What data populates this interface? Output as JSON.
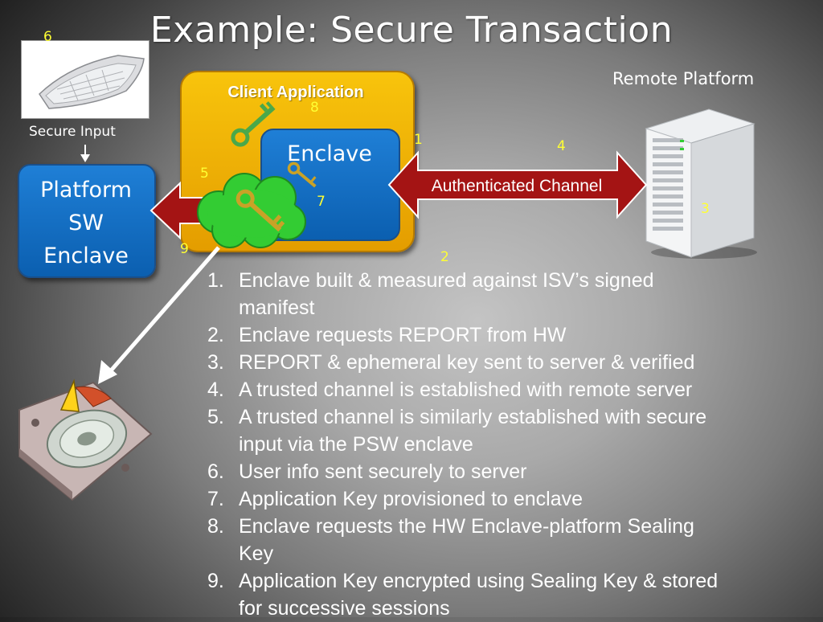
{
  "slide": {
    "title": "Example: Secure Transaction",
    "secure_input_label": "Secure Input",
    "remote_platform_label": "Remote Platform",
    "client_application_label": "Client Application",
    "enclave_label": "Enclave",
    "psw_enclave_lines": [
      "Platform",
      "SW",
      "Enclave"
    ],
    "authenticated_channel_label": "Authenticated Channel",
    "markers": {
      "m1": "1",
      "m2": "2",
      "m3": "3",
      "m4": "4",
      "m5": "5",
      "m6": "6",
      "m7": "7",
      "m8": "8",
      "m9": "9"
    },
    "colors": {
      "marker": "#ffff33",
      "enclave_blue": "#0b6fc9",
      "client_app_gold": "#f3b500",
      "channel_red": "#a41414",
      "cloud_green": "#32c832"
    },
    "icons": [
      "keyboard-icon",
      "server-tower-icon",
      "hard-drive-icon",
      "key-icon",
      "cloud-icon"
    ]
  },
  "steps": [
    {
      "num": "1.",
      "lines": [
        "Enclave built & measured against ISV’s signed",
        "manifest"
      ]
    },
    {
      "num": "2.",
      "lines": [
        "Enclave requests REPORT from HW"
      ]
    },
    {
      "num": "3.",
      "lines": [
        "REPORT  & ephemeral key sent to server & verified"
      ]
    },
    {
      "num": "4.",
      "lines": [
        "A trusted channel is established with remote server"
      ]
    },
    {
      "num": "5.",
      "lines": [
        "A trusted channel is similarly established with secure",
        "input via the PSW enclave"
      ]
    },
    {
      "num": "6.",
      "lines": [
        "User info sent securely to server"
      ]
    },
    {
      "num": "7.",
      "lines": [
        "Application Key provisioned to enclave"
      ]
    },
    {
      "num": "8.",
      "lines": [
        "Enclave requests the HW Enclave-platform Sealing",
        "Key"
      ]
    },
    {
      "num": "9.",
      "lines": [
        "Application Key encrypted using Sealing Key & stored",
        "for successive sessions"
      ]
    }
  ]
}
